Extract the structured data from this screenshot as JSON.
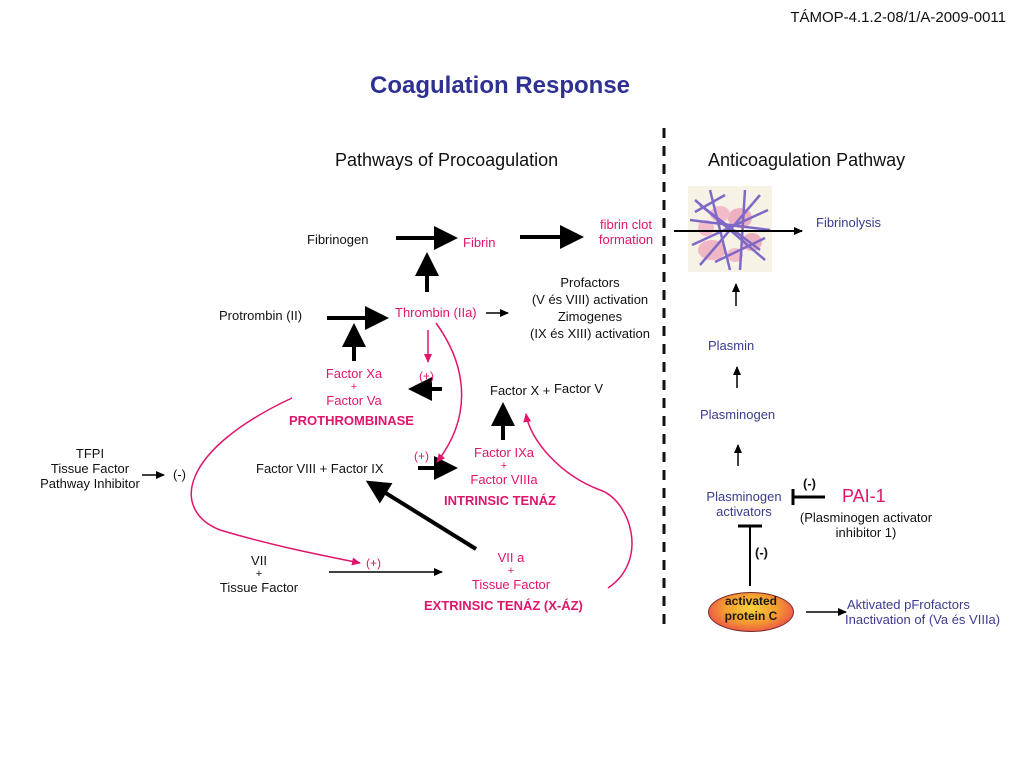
{
  "reference_code": "TÁMOP-4.1.2-08/1/A-2009-0011",
  "title": "Coagulation Response",
  "sections": {
    "procoagulation": "Pathways of Procoagulation",
    "anticoagulation": "Anticoagulation Pathway"
  },
  "procoagulation": {
    "fibrinogen": "Fibrinogen",
    "fibrin": "Fibrin",
    "fibrin_clot_1": "fibrin clot",
    "fibrin_clot_2": "formation",
    "protrombin": "Protrombin (II)",
    "thrombin": "Thrombin (IIa)",
    "profactors_1": "Profactors",
    "profactors_2": "(V és VIII) activation",
    "profactors_3": "Zimogenes",
    "profactors_4": "(IX és XIII) activation",
    "factor_xa": "Factor Xa",
    "plus": "+",
    "factor_va": "Factor Va",
    "positive": "(+)",
    "negative": "(-)",
    "prothrombinase": "PROTHROMBINASE",
    "factor_x_v_a": "Factor X",
    "factor_x_v_b": "Factor V",
    "tfpi_1": "TFPI",
    "tfpi_2": "Tissue Factor",
    "tfpi_3": "Pathway Inhibitor",
    "factor_viii_ix": "Factor VIII + Factor IX",
    "factor_ixa": "Factor IXa",
    "factor_viiia": "Factor VIIIa",
    "intrinsic_tenase": "INTRINSIC TENÁZ",
    "vii": "VII",
    "tissue_factor": "Tissue Factor",
    "vii_a": "VII a",
    "extrinsic_tenase": "EXTRINSIC TENÁZ (X-ÁZ)"
  },
  "anticoagulation": {
    "fibrinolysis": "Fibrinolysis",
    "plasmin": "Plasmin",
    "plasminogen": "Plasminogen",
    "plasminogen_activators_1": "Plasminogen",
    "plasminogen_activators_2": "activators",
    "negative": "(-)",
    "pai1": "PAI-1",
    "pai1_desc_1": "(Plasminogen activator",
    "pai1_desc_2": "inhibitor 1)",
    "apc_1": "activated",
    "apc_2": "protein C",
    "aktivated_1": "Aktivated pFrofactors",
    "aktivated_2": "Inactivation of (Va és VIIIa)"
  },
  "colors": {
    "title": "#2e3192",
    "pink": "#e0156b",
    "blue": "#3b3b8f",
    "black": "#111111"
  }
}
